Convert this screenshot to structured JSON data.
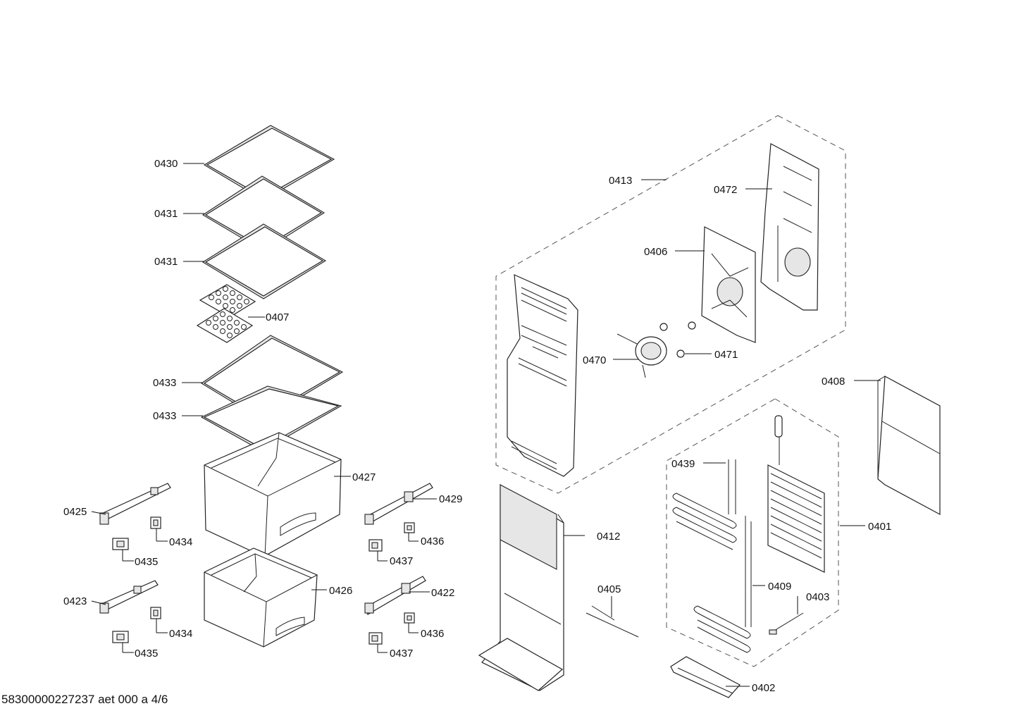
{
  "labels": {
    "p0430": "0430",
    "p0431a": "0431",
    "p0431b": "0431",
    "p0407": "0407",
    "p0433a": "0433",
    "p0433b": "0433",
    "p0427": "0427",
    "p0425": "0425",
    "p0434a": "0434",
    "p0435a": "0435",
    "p0429": "0429",
    "p0436a": "0436",
    "p0437a": "0437",
    "p0423": "0423",
    "p0426": "0426",
    "p0434b": "0434",
    "p0435b": "0435",
    "p0422": "0422",
    "p0436b": "0436",
    "p0437b": "0437",
    "p0413": "0413",
    "p0472": "0472",
    "p0406": "0406",
    "p0470": "0470",
    "p0471": "0471",
    "p0408": "0408",
    "p0439": "0439",
    "p0401": "0401",
    "p0412": "0412",
    "p0405": "0405",
    "p0409": "0409",
    "p0403": "0403",
    "p0402": "0402"
  },
  "footer": "58300000227237 aet 000 a 4/6"
}
